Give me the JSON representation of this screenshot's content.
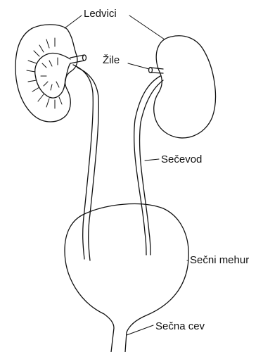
{
  "labels": {
    "kidneys": "Ledvici",
    "vessels": "Žile",
    "ureter": "Sečevod",
    "bladder": "Sečni mehur",
    "urethra": "Sečna cev"
  }
}
